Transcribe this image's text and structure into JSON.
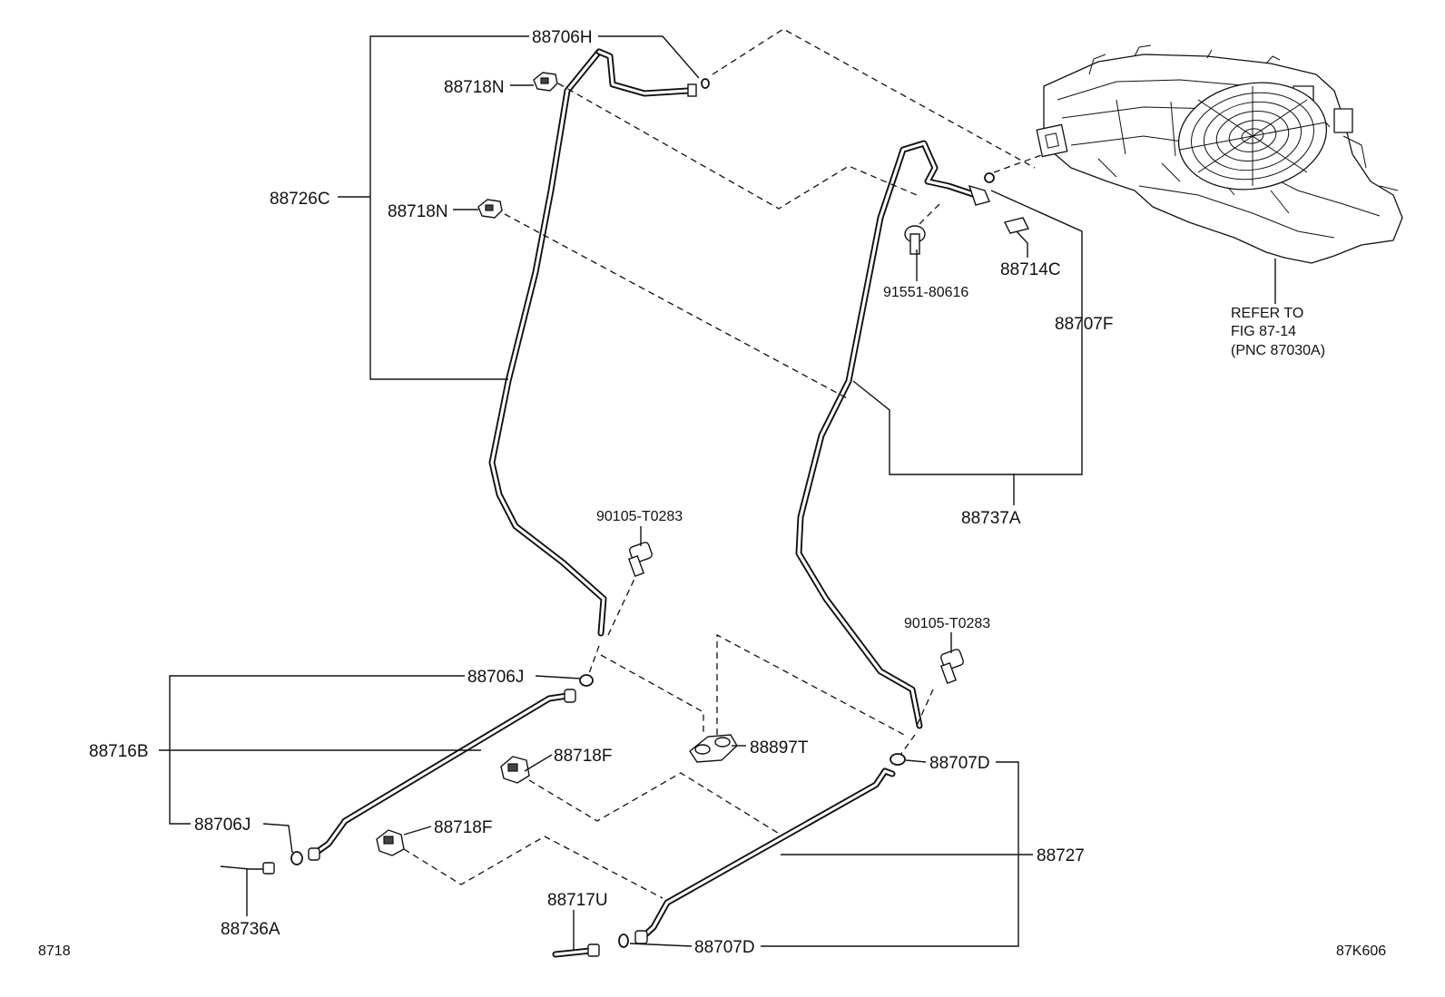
{
  "labels": {
    "p88706H": "88706H",
    "p88718N_a": "88718N",
    "p88718N_b": "88718N",
    "p88726C": "88726C",
    "p91551": "91551-80616",
    "p88714C": "88714C",
    "p88707F": "88707F",
    "p88737A": "88737A",
    "p90105_a": "90105-T0283",
    "p90105_b": "90105-T0283",
    "p88706J_a": "88706J",
    "p88716B": "88716B",
    "p88718F_a": "88718F",
    "p88897T": "88897T",
    "p88707D_a": "88707D",
    "p88706J_b": "88706J",
    "p88718F_b": "88718F",
    "p88727": "88727",
    "p88717U": "88717U",
    "p88736A": "88736A",
    "p88707D_b": "88707D"
  },
  "refer": {
    "line1": "REFER TO",
    "line2": "FIG 87-14",
    "line3": "(PNC 87030A)"
  },
  "footer": {
    "left": "8718",
    "right": "87K606"
  }
}
